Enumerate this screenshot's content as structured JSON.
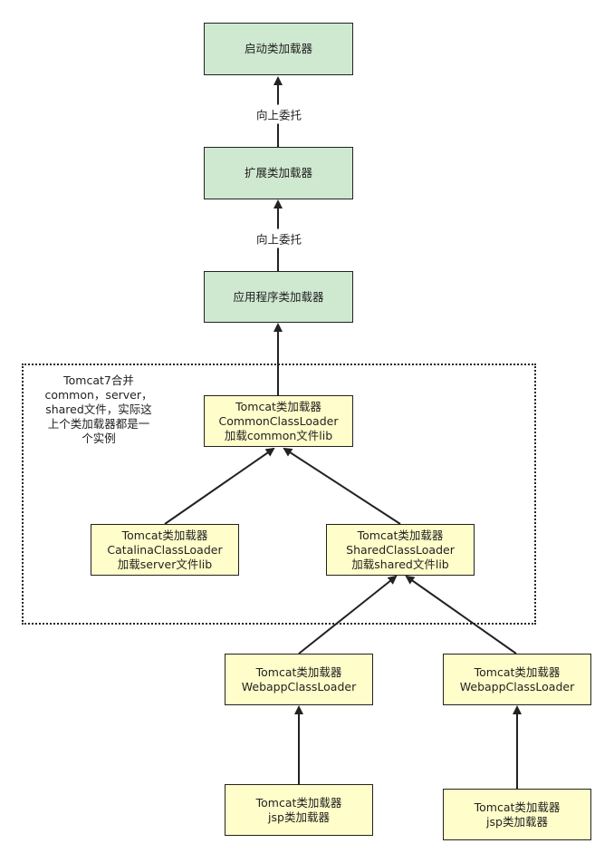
{
  "nodes": {
    "bootstrap": {
      "label": "启动类加载器"
    },
    "extension": {
      "label": "扩展类加载器"
    },
    "application": {
      "label": "应用程序类加载器"
    },
    "common": {
      "lines": [
        "Tomcat类加载器",
        "CommonClassLoader",
        "加载common文件lib"
      ]
    },
    "catalina": {
      "lines": [
        "Tomcat类加载器",
        "CatalinaClassLoader",
        "加载server文件lib"
      ]
    },
    "shared": {
      "lines": [
        "Tomcat类加载器",
        "SharedClassLoader",
        "加载shared文件lib"
      ]
    },
    "webapp1": {
      "lines": [
        "Tomcat类加载器",
        "WebappClassLoader"
      ]
    },
    "webapp2": {
      "lines": [
        "Tomcat类加载器",
        "WebappClassLoader"
      ]
    },
    "jsp1": {
      "lines": [
        "Tomcat类加载器",
        "jsp类加载器"
      ]
    },
    "jsp2": {
      "lines": [
        "Tomcat类加载器",
        "jsp类加载器"
      ]
    }
  },
  "edge_labels": {
    "ext_to_boot": "向上委托",
    "app_to_ext": "向上委托"
  },
  "note": {
    "lines": [
      "Tomcat7合并",
      "common，server，",
      "shared文件，实际这",
      "上个类加载器都是一",
      "个实例"
    ]
  },
  "colors": {
    "jvm_loader_fill": "#cfe8d0",
    "tomcat_loader_fill": "#fffdc9",
    "stroke": "#222222"
  }
}
